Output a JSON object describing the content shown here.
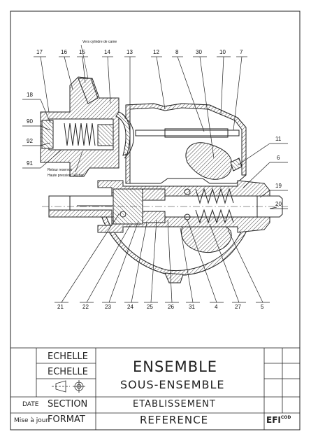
{
  "drawing": {
    "callouts": [
      "17",
      "16",
      "15",
      "14",
      "13",
      "12",
      "8",
      "30",
      "10",
      "7",
      "18",
      "90",
      "92",
      "91",
      "11",
      "6",
      "19",
      "20",
      "21",
      "22",
      "23",
      "24",
      "25",
      "26",
      "31",
      "4",
      "27",
      "5"
    ],
    "note_top": "Vers cylindre de came",
    "note_bottom_1": "Retour reservoir",
    "note_bottom_2": "Haute pression 140 bar"
  },
  "title_block": {
    "echelle_1": "ECHELLE",
    "echelle_2": "ECHELLE",
    "section": "SECTION",
    "format": "FORMAT",
    "date": "DATE",
    "mise_a_jour": "Mise à jour",
    "ensemble": "ENSEMBLE",
    "sous_ensemble": "SOUS-ENSEMBLE",
    "etablissement": "ETABLISSEMENT",
    "reference": "REFERENCE",
    "logo": "EFI",
    "logo_sup": "COD"
  }
}
